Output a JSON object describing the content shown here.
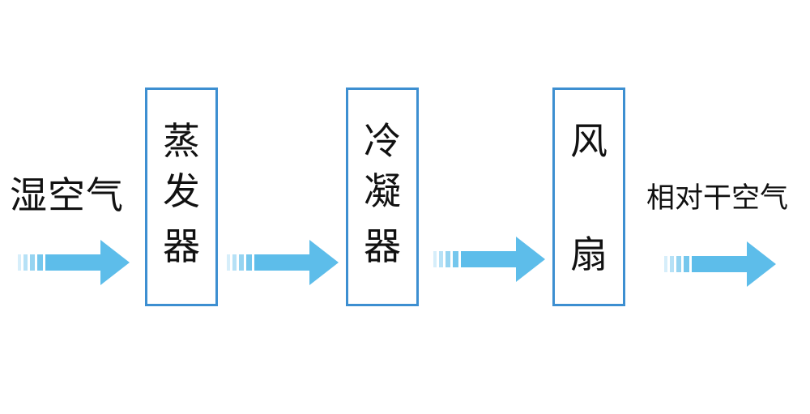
{
  "diagram": {
    "input_label": "湿空气",
    "output_label": "相对干空气",
    "stages": [
      {
        "chars": [
          "蒸",
          "发",
          "器"
        ]
      },
      {
        "chars": [
          "冷",
          "凝",
          "器"
        ]
      },
      {
        "chars": [
          "风",
          "扇"
        ]
      }
    ],
    "colors": {
      "box_border": "#3d8fd1",
      "arrow_fill": "#5dbdea",
      "text": "#111111"
    },
    "icons": [
      "arrow-right-icon"
    ]
  }
}
